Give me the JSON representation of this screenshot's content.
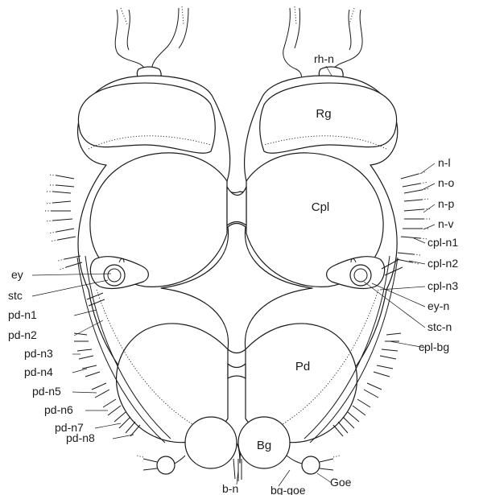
{
  "regions": {
    "rg": "Rg",
    "cpl": "Cpl",
    "pd": "Pd",
    "bg": "Bg"
  },
  "labels": {
    "rh_n": "rh-n",
    "n_l": "n-l",
    "n_o": "n-o",
    "n_p": "n-p",
    "n_v": "n-v",
    "cpl_n1": "cpl-n1",
    "cpl_n2": "cpl-n2",
    "cpl_n3": "cpl-n3",
    "ey_n": "ey-n",
    "stc_n": "stc-n",
    "cpl_bg": "cpl-bg",
    "ey": "ey",
    "stc": "stc",
    "pd_n1": "pd-n1",
    "pd_n2": "pd-n2",
    "pd_n3": "pd-n3",
    "pd_n4": "pd-n4",
    "pd_n5": "pd-n5",
    "pd_n6": "pd-n6",
    "pd_n7": "pd-n7",
    "pd_n8": "pd-n8",
    "b_n": "b-n",
    "bg_goe": "bg-goe",
    "goe": "Goe"
  }
}
